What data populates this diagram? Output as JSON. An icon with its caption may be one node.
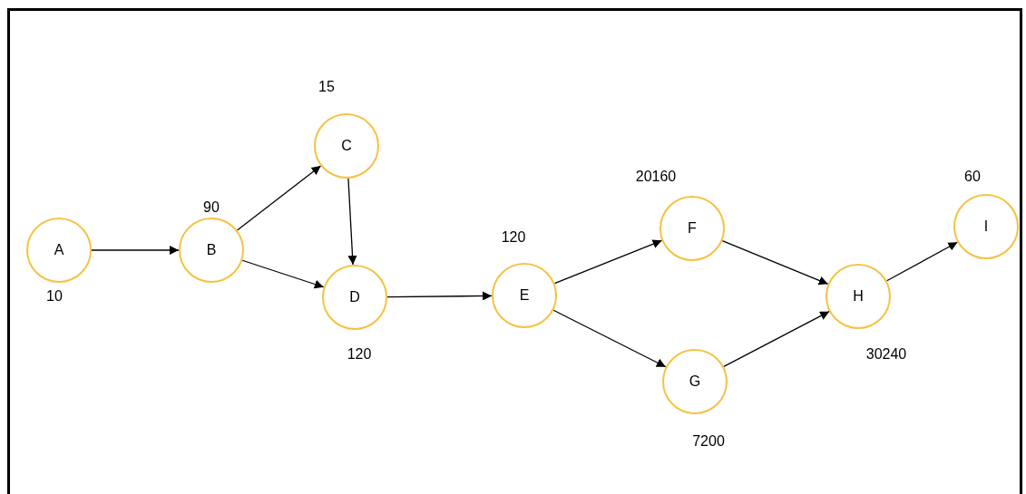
{
  "diagram": {
    "nodes": [
      {
        "text": [
          "A"
        ],
        "beside": [
          "10"
        ]
      },
      {
        "text": [
          "B"
        ],
        "beside": [
          "90"
        ]
      },
      {
        "text": [
          "C"
        ],
        "beside": [
          "15"
        ]
      },
      {
        "text": [
          "D"
        ],
        "beside": [
          "120"
        ]
      },
      {
        "text": [
          "E"
        ],
        "beside": [
          "120"
        ]
      },
      {
        "text": [
          "F"
        ],
        "beside": [
          "20160"
        ]
      },
      {
        "text": [
          "G"
        ],
        "beside": [
          "7200"
        ]
      },
      {
        "text": [
          "H"
        ],
        "beside": [
          "30240"
        ]
      },
      {
        "text": [
          "I"
        ],
        "beside": [
          "60"
        ]
      }
    ],
    "edges": [
      {
        "from": 0,
        "to": 1,
        "arrow": "to"
      },
      {
        "from": 1,
        "to": 2,
        "arrow": "to"
      },
      {
        "from": 1,
        "to": 3,
        "arrow": "to"
      },
      {
        "from": 2,
        "to": 3,
        "arrow": "to"
      },
      {
        "from": 3,
        "to": 4,
        "arrow": "to"
      },
      {
        "from": 4,
        "to": 5,
        "arrow": "to"
      },
      {
        "from": 4,
        "to": 6,
        "arrow": "to"
      },
      {
        "from": 5,
        "to": 7,
        "arrow": "to"
      },
      {
        "from": 6,
        "to": 7,
        "arrow": "to"
      },
      {
        "from": 7,
        "to": 8,
        "arrow": "to"
      }
    ]
  }
}
